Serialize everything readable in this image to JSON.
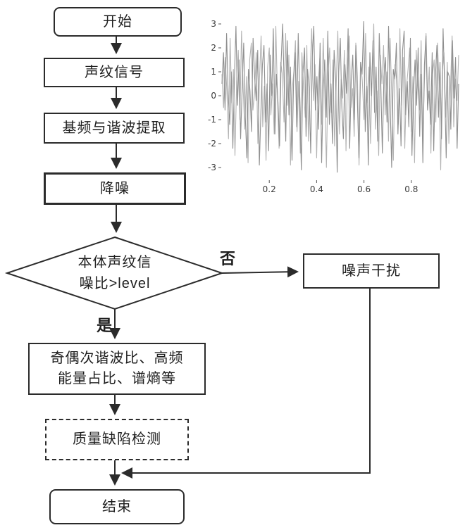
{
  "flowchart": {
    "start_label": "开始",
    "signal_label": "声纹信号",
    "extract_label": "基频与谐波提取",
    "denoise_label": "降噪",
    "decision": {
      "line1": "本体声纹信",
      "line2": "噪比>level"
    },
    "no_label": "否",
    "yes_label": "是",
    "noise_label": "噪声干扰",
    "features": {
      "line1": "奇偶次谐波比、高频",
      "line2": "能量占比、谱熵等"
    },
    "defect_label": "质量缺陷检测",
    "end_label": "结束",
    "line_color": "#2b2b2b"
  },
  "chart_data": {
    "type": "line",
    "title": "",
    "xlabel": "",
    "ylabel": "",
    "xlim": [
      0,
      1
    ],
    "ylim": [
      -3.5,
      3.5
    ],
    "x_ticks": [
      0.2,
      0.4,
      0.6,
      0.8
    ],
    "y_ticks": [
      3,
      2,
      1,
      0,
      -1,
      -2,
      -3
    ],
    "grid": false,
    "legend": "none",
    "series": [
      {
        "name": "noise-signal-light",
        "color": "#b3b3b3",
        "values": [
          0.9,
          -0.5,
          1.6,
          0.2,
          -1.8,
          2.4,
          -0.3,
          1.1,
          -2.5,
          0.6,
          1.9,
          -1.0,
          2.7,
          0.3,
          -1.4,
          0.8,
          -2.8,
          1.5,
          2.2,
          -0.6,
          0.1,
          1.8,
          -2.0,
          0.7,
          2.5,
          -1.3,
          0.4,
          -2.7,
          1.2,
          2.0,
          -0.8,
          0.5,
          -1.6,
          2.9,
          0.0,
          -2.2,
          1.4,
          0.9,
          -1.1,
          2.6,
          -0.4,
          1.7,
          -2.9,
          0.2,
          1.0,
          2.3,
          -1.5,
          0.6,
          -2.4,
          1.8,
          0.3,
          -0.9,
          2.1,
          -1.9,
          0.8,
          2.8,
          -0.2,
          1.3,
          -2.6,
          0.5,
          1.6,
          -1.2,
          2.4,
          0.1,
          -3.0,
          0.9,
          2.0,
          -0.7,
          1.5,
          -2.1,
          0.4,
          2.7,
          -1.6,
          0.7,
          -0.1,
          1.9,
          -2.3,
          1.1,
          2.5,
          -0.5,
          0.3,
          -1.7,
          2.2,
          0.8,
          -2.9,
          1.4,
          0.6,
          -1.0,
          2.6,
          -0.3,
          1.2,
          -2.0,
          0.9,
          3.0,
          -1.4,
          0.2,
          -2.5,
          1.7,
          0.5,
          2.1,
          -0.8,
          1.0,
          -1.9,
          2.4,
          0.0,
          -2.7,
          1.3,
          0.7,
          -1.2,
          2.8,
          -0.4,
          1.6,
          -2.2,
          0.3,
          1.1,
          2.0,
          -1.5,
          0.8,
          -2.8,
          1.9,
          0.4,
          -0.6,
          2.3,
          -1.8,
          0.5,
          2.6,
          -0.2,
          1.2,
          -2.4,
          0.9,
          1.5,
          -1.1,
          2.2,
          0.6,
          -3.1,
          1.0,
          1.8,
          -0.9,
          1.4,
          -2.0,
          0.3,
          2.5,
          -1.3,
          0.7,
          -0.2,
          1.7
        ]
      },
      {
        "name": "noise-signal-dark",
        "color": "#8f8f8f",
        "values": [
          0.5,
          1.8,
          -0.6,
          2.6,
          0.1,
          -1.2,
          1.0,
          -2.2,
          0.7,
          2.9,
          -0.4,
          1.5,
          -1.8,
          0.3,
          2.2,
          -0.9,
          -2.6,
          1.1,
          0.2,
          -1.5,
          2.4,
          0.8,
          -0.2,
          1.9,
          -2.9,
          -0.7,
          1.3,
          2.1,
          -1.1,
          0.5,
          -2.3,
          1.7,
          0.0,
          2.8,
          -1.6,
          0.9,
          -0.3,
          -2.1,
          1.4,
          3.0,
          0.4,
          -1.9,
          2.3,
          -0.8,
          1.2,
          -2.7,
          0.6,
          1.8,
          -1.3,
          2.6,
          -0.1,
          -3.1,
          0.9,
          2.0,
          -1.7,
          1.1,
          0.3,
          -2.4,
          1.6,
          2.9,
          -0.6,
          0.8,
          -1.4,
          2.2,
          -2.8,
          0.2,
          1.5,
          -0.9,
          2.7,
          -1.2,
          0.5,
          -2.0,
          1.9,
          0.7,
          -3.2,
          1.0,
          2.4,
          -0.5,
          -1.8,
          1.3,
          0.1,
          2.8,
          -2.2,
          0.6,
          1.7,
          -1.0,
          2.1,
          -0.3,
          -2.6,
          1.4,
          0.9,
          3.1,
          -1.5,
          0.4,
          -2.9,
          1.8,
          0.0,
          2.3,
          -0.7,
          1.2,
          -1.9,
          2.6,
          0.5,
          -2.4,
          0.8,
          1.6,
          -1.1,
          2.9,
          -0.2,
          -3.0,
          1.1,
          0.7,
          2.2,
          -1.6,
          0.3,
          -2.1,
          1.9,
          2.7,
          -0.8,
          0.6,
          -1.3,
          2.4,
          -2.5,
          0.1,
          1.5,
          -0.4,
          2.0,
          -1.7,
          0.9,
          -2.8,
          1.3,
          2.5,
          -0.6,
          0.2,
          -1.2,
          1.8,
          -2.3,
          0.7,
          2.1,
          -0.9,
          1.4,
          -1.8,
          2.8,
          0.4,
          -2.6,
          1.0,
          0.8,
          -1.4,
          2.3,
          -0.1,
          1.6,
          -2.2,
          0.5
        ]
      }
    ]
  }
}
